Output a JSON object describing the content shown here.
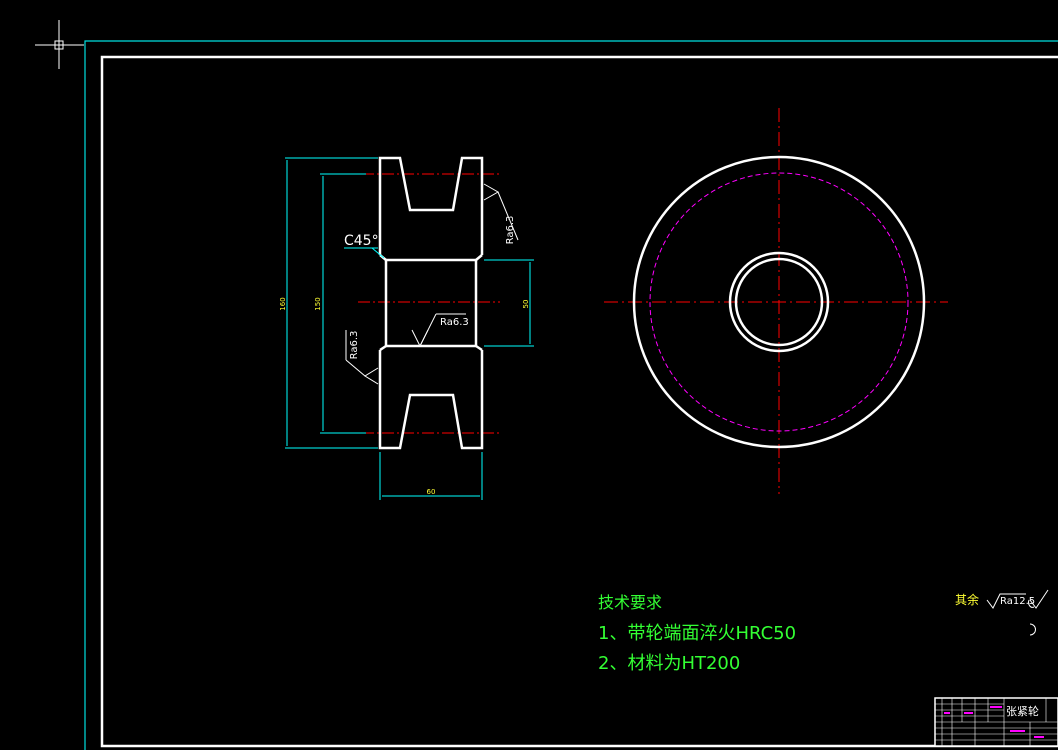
{
  "drawing": {
    "part_name": "张紧轮",
    "colors": {
      "background": "#000000",
      "outline": "#ffffff",
      "dimension": "#00ffff",
      "center_line": "#ff0000",
      "pitch_circle": "#ff00ff",
      "text": "#33ff33",
      "frame_outer": "#00e0e0"
    }
  },
  "dimensions": {
    "outer_diameter": "160",
    "groove_diameter": "150",
    "bore_diameter": "50",
    "width": "60",
    "chamfer": "C45°"
  },
  "roughness": {
    "rim_side": "Ra6.3",
    "left_face": "Ra6.3",
    "bore": "Ra6.3",
    "other_prefix": "其余",
    "other_value": "Ra12.5"
  },
  "tech_requirements": {
    "title": "技术要求",
    "item1": "1、带轮端面淬火HRC50",
    "item2": "2、材料为HT200"
  },
  "icons": {
    "crosshair": "cursor-crosshair-icon",
    "roughness": "surface-roughness-icon"
  }
}
